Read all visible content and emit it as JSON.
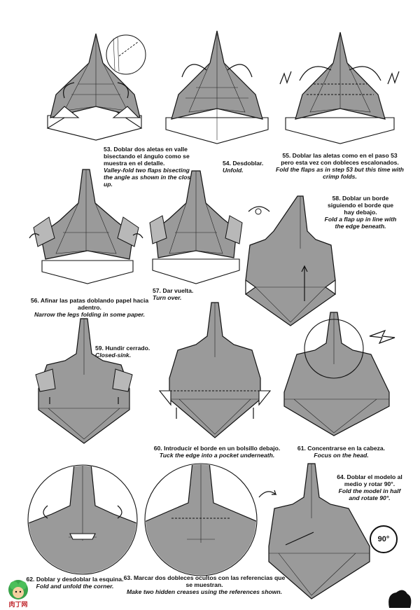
{
  "steps": [
    {
      "id": "53",
      "es": "53. Doblar dos aletas en valle bisectando el ángulo como se muestra en el detalle.",
      "en": "Valley-fold two flaps bisecting the angle as shown in the close up."
    },
    {
      "id": "54",
      "es": "54. Desdoblar.",
      "en": "Unfold."
    },
    {
      "id": "55",
      "es": "55. Doblar las aletas como en el paso 53 pero esta vez con dobleces escalonados.",
      "en": "Fold the flaps as in step 53 but this time with crimp folds."
    },
    {
      "id": "56",
      "es": "56. Afinar las patas doblando papel hacia adentro.",
      "en": "Narrow the legs folding in some paper."
    },
    {
      "id": "57",
      "es": "57. Dar vuelta.",
      "en": "Turn over."
    },
    {
      "id": "58",
      "es": "58. Doblar un borde siguiendo el borde que hay debajo.",
      "en": "Fold a flap up in line with the edge beneath."
    },
    {
      "id": "59",
      "es": "59. Hundir cerrado.",
      "en": "Closed-sink."
    },
    {
      "id": "60",
      "es": "60. Introducir el borde en un bolsillo debajo.",
      "en": "Tuck the edge into a pocket underneath."
    },
    {
      "id": "61",
      "es": "61. Concentrarse en la cabeza.",
      "en": "Focus on the head."
    },
    {
      "id": "62",
      "es": "62. Doblar y desdoblar la esquina.",
      "en": "Fold and unfold the corner."
    },
    {
      "id": "63",
      "es": "63. Marcar dos dobleces ocultos con las referencias que se muestran.",
      "en": "Make two hidden creases using the references shown."
    },
    {
      "id": "64",
      "es": "64. Doblar el modelo al medio y rotar 90°.",
      "en": "Fold the model in half and rotate 90°."
    }
  ],
  "rotation_badge": "90°",
  "logo_text": "肉丁网"
}
